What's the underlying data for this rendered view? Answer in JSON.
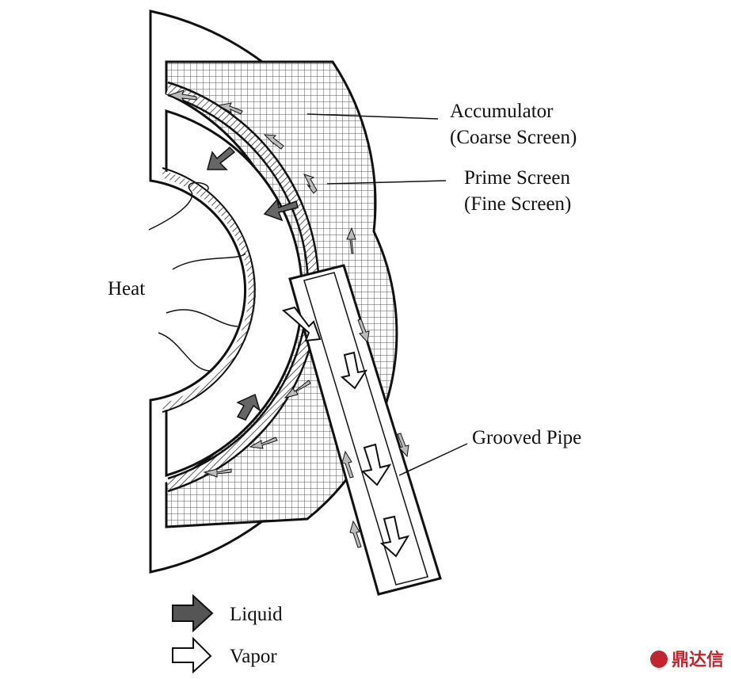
{
  "labels": {
    "accumulator": "Accumulator",
    "accumulator_sub": "(Coarse Screen)",
    "prime": "Prime Screen",
    "prime_sub": "(Fine Screen)",
    "heat": "Heat",
    "grooved_pipe": "Grooved Pipe"
  },
  "legend": {
    "liquid": "Liquid",
    "vapor": "Vapor"
  },
  "watermark": {
    "text": "鼎达信",
    "color": "#c0262d"
  },
  "colors": {
    "liquid_arrow": "#555555",
    "vapor_arrow": "#ffffff",
    "outline": "#111111"
  }
}
